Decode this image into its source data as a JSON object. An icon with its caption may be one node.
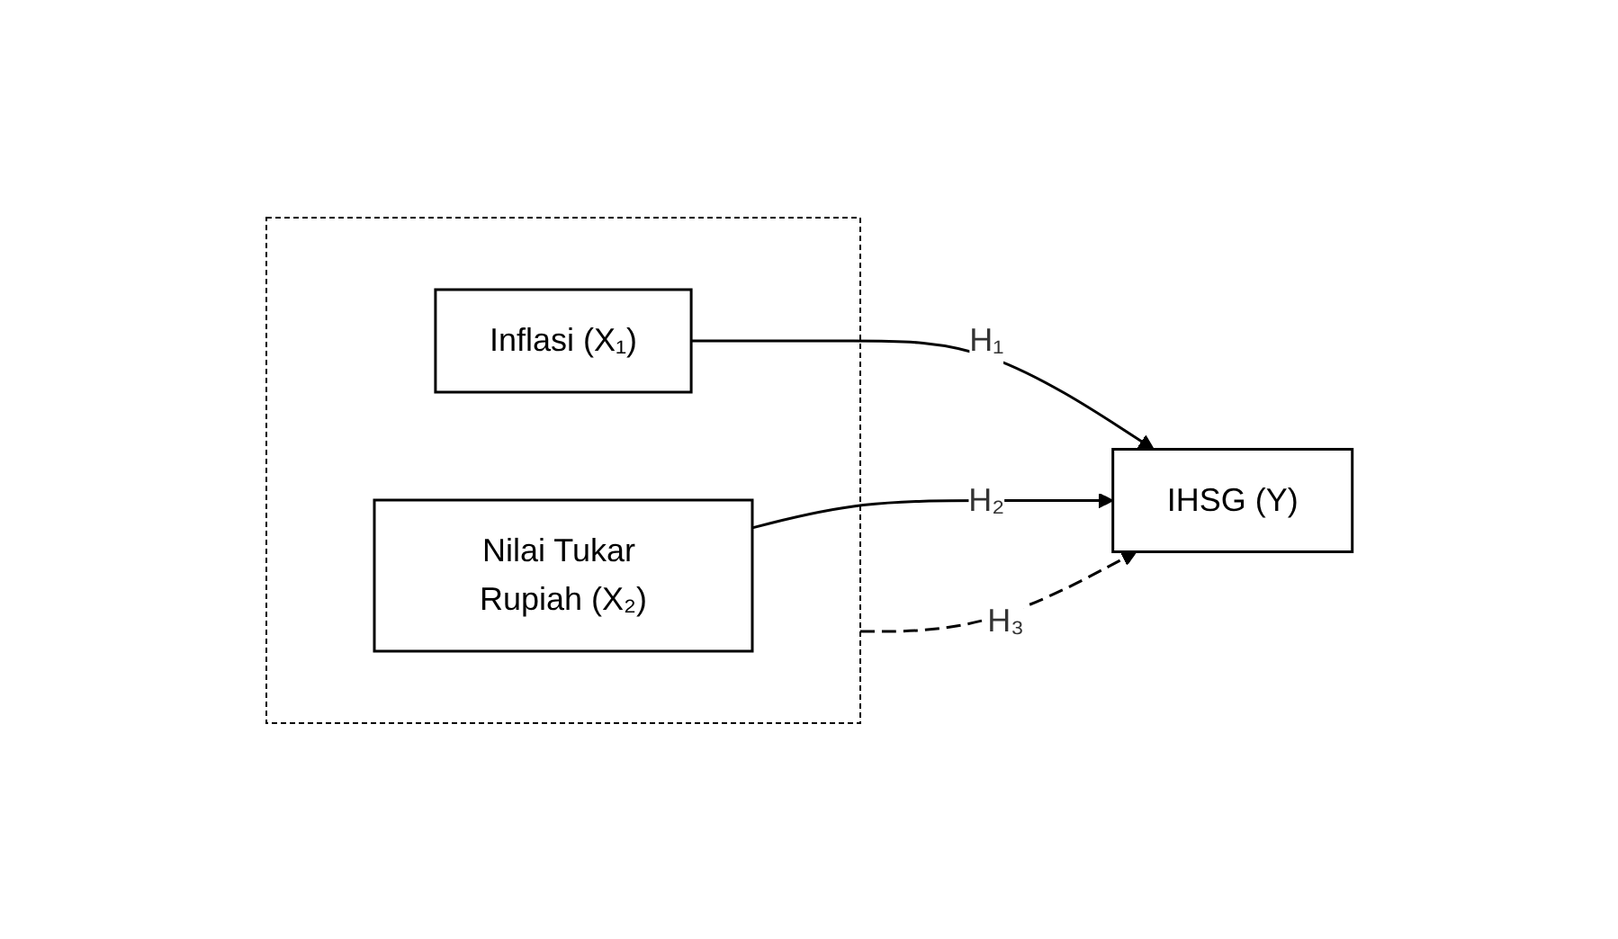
{
  "diagram": {
    "nodes": [
      {
        "text": [],
        "shape": "box"
      },
      {
        "text": [
          "Inflasi (X₁)"
        ],
        "in": 0
      },
      {
        "text": [
          "Nilai Tukar Rupiah (X₂)"
        ],
        "in": 0
      },
      {
        "text": [
          "IHSG (Y)"
        ]
      }
    ],
    "edges": [
      {
        "from": 1,
        "to": 3,
        "arrow": "to",
        "label": "H₁"
      },
      {
        "from": 2,
        "to": 3,
        "arrow": "to",
        "label": "H₂"
      },
      {
        "from": 0,
        "to": 3,
        "arrow": "to",
        "label": "H₃",
        "style": "dashed"
      }
    ]
  }
}
